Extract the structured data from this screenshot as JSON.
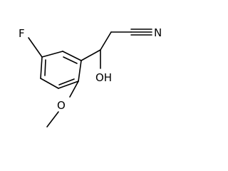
{
  "molecule": {
    "atoms": {
      "fluorine": "F",
      "hydroxyl": "OH",
      "ether_oxygen": "O",
      "nitrile_nitrogen": "N"
    }
  }
}
